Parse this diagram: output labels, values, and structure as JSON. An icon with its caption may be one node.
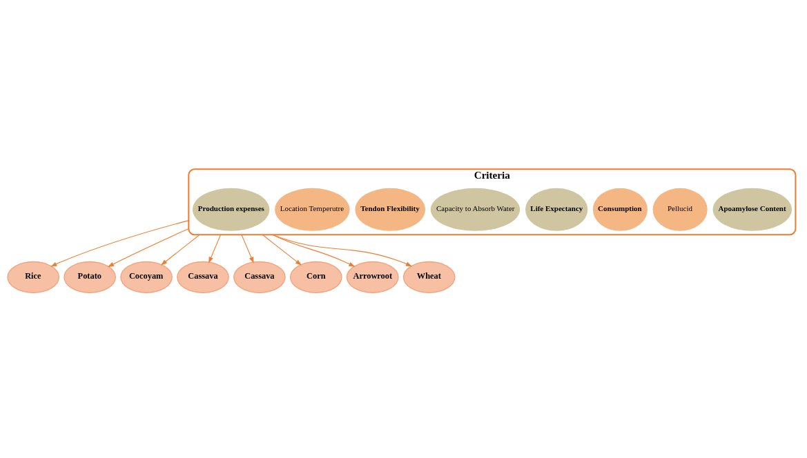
{
  "diagram": {
    "nodes": [
      {
        "text": [
          "Criteria"
        ]
      },
      {
        "text": [
          "Apoamylose Content"
        ],
        "in": 0
      },
      {
        "text": [
          "Pellucid"
        ],
        "in": 0
      },
      {
        "text": [
          "Consumption"
        ],
        "in": 0
      },
      {
        "text": [
          "Life Expectancy"
        ],
        "in": 0
      },
      {
        "text": [
          "Capacity to Absorb Water"
        ],
        "in": 0
      },
      {
        "text": [
          "Tendon Flexibility"
        ],
        "in": 0
      },
      {
        "text": [
          "Location Temperutre"
        ],
        "in": 0
      },
      {
        "text": [
          "Production expenses"
        ],
        "in": 0
      },
      {
        "text": [
          "Rice"
        ]
      },
      {
        "text": [
          "Potato"
        ]
      },
      {
        "text": [
          "Cocoyam"
        ]
      },
      {
        "text": [
          "Cassava"
        ]
      },
      {
        "text": [
          "Cassava"
        ]
      },
      {
        "text": [
          "Corn"
        ]
      },
      {
        "text": [
          "Arrowroot"
        ]
      },
      {
        "text": [
          "Wheat"
        ]
      }
    ],
    "edges": [
      {
        "from": 0,
        "to": 9,
        "arrow": "to"
      },
      {
        "from": 0,
        "to": 10,
        "arrow": "to"
      },
      {
        "from": 0,
        "to": 11,
        "arrow": "to"
      },
      {
        "from": 0,
        "to": 12,
        "arrow": "to"
      },
      {
        "from": 0,
        "to": 13,
        "arrow": "to"
      },
      {
        "from": 0,
        "to": 14,
        "arrow": "to"
      },
      {
        "from": 0,
        "to": 15,
        "arrow": "to"
      },
      {
        "from": 0,
        "to": 16,
        "arrow": "to"
      }
    ]
  }
}
